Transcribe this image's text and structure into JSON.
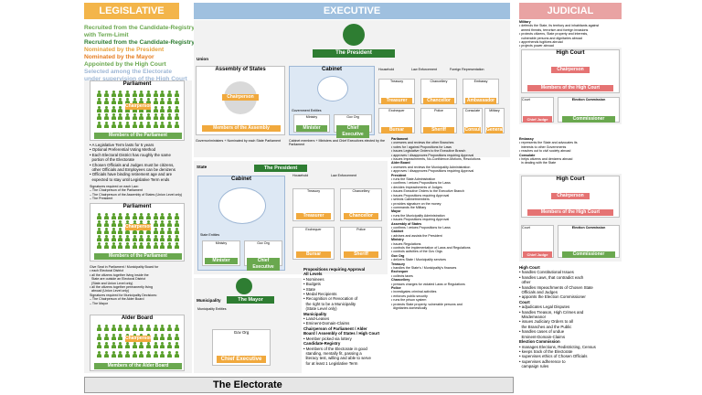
{
  "headers": {
    "legislative": "LEGISLATIVE",
    "executive": "EXECUTIVE",
    "judicial": "JUDICIAL"
  },
  "legend": [
    {
      "text": "Recruited from the Candidate-Registry",
      "color": "#6aa84f"
    },
    {
      "text": "with Term-Limit",
      "color": "#6aa84f"
    },
    {
      "text": "Recruited from the Candidate-Registry",
      "color": "#2e7d32"
    },
    {
      "text": "Nominated by the President",
      "color": "#e6a23c"
    },
    {
      "text": "Nominated by the Mayor",
      "color": "#e67e22"
    },
    {
      "text": "Appointed by the High Court",
      "color": "#6aa84f"
    },
    {
      "text": "Selected among the Electorate",
      "color": "#9fb8d6"
    },
    {
      "text": "under supervision of the High Court",
      "color": "#9fb8d6"
    }
  ],
  "legislative": {
    "parliament_title": "Parliament",
    "parliament_chair": "Chairperson",
    "parliament_members": "Members of the Parliament",
    "parliament_notes": [
      "• A Legislative Term lasts for 5 years",
      "• Optional Preferential Voting Method",
      "• Each Electoral District has roughly the same",
      "  portion of the Electorate",
      "• Chosen Officials and Judges must be citizens,",
      "  other Officials and Employees can be denizens",
      "• Officials have binding retirement age and are",
      "  expected to stay until Legislative Term ends"
    ],
    "signatures_1": [
      "Signatures required on each Law:",
      "– The Chairperson of the Parliament",
      "– The Chairperson of the Assembly of States (Union Level only)",
      "– The President"
    ],
    "state_parliament_title": "Parliament",
    "state_parliament_chair": "Chairperson",
    "state_parliament_members": "Members of the Parliament",
    "state_notes": [
      "Give Seat in Parliament / Municipality Board for",
      "• each Electoral District",
      "• all the citizens together living inside the",
      "  State are outside an Electoral District",
      "  (State and Union Level only)",
      "• all the citizens together permanently living",
      "  abroad (Union Level only)",
      "Signatures required for Municipality Decisions:",
      "– The Chairperson of the Alder Board",
      "– The Mayor"
    ],
    "alder_title": "Alder Board",
    "alder_chair": "Chairperson",
    "alder_members": "Members of the Alder Board"
  },
  "executive": {
    "union_label": "Union",
    "president": "The President",
    "assembly_title": "Assembly of States",
    "assembly_chair": "Chairperson",
    "assembly_members": "Members of the Assembly",
    "union_cabinet": "Cabinet",
    "gov_entities": "Government Entities",
    "ministry": "Ministry",
    "gov_org": "Gov Org",
    "minister": "Minister",
    "chief_exec": "Chief Executive",
    "household": "Household",
    "law_enforcement": "Law Enforcement",
    "foreign_rep": "Foreign Representation",
    "treasury": "Treasury",
    "chancellery": "Chancellery",
    "embassy": "Embassy",
    "treasurer": "Treasurer",
    "chancellor": "Chancellor",
    "ambassador": "Ambassador",
    "exchequer": "Exchequer",
    "police": "Police",
    "consulate": "Consulate",
    "military": "Military",
    "bursar": "Bursar",
    "sheriff": "Sheriff",
    "consul": "Consul",
    "general": "General",
    "note_assembly": "Governor/ministers + Nominated by each State Parliament",
    "note_cabinet": "Cabinet members + Ministers and Chief Executives elected by the Parliament",
    "state_label": "State",
    "state_president": "The President",
    "state_cabinet": "Cabinet",
    "state_entities": "State Entities",
    "municipality_label": "Municipality",
    "mayor": "The Mayor",
    "muni_entities": "Municipality Entities"
  },
  "middle_text": {
    "mid1": [
      {
        "t": "Parliament",
        "b": true
      },
      {
        "t": "• oversees and reviews the other Branches",
        "b": false
      },
      {
        "t": "• votes for / against Propositions for Laws",
        "b": false
      },
      {
        "t": "• issues Legislative Orders to the Executive Branch",
        "b": false
      },
      {
        "t": "• approves / disapproves Propositions requiring Approval",
        "b": false
      },
      {
        "t": "• issues Impeachments, No-Confidence-Motions, Resolutions",
        "b": false
      },
      {
        "t": "Alder Board",
        "b": true
      },
      {
        "t": "• oversees and reviews the Municipality Administration",
        "b": false
      },
      {
        "t": "• approves / disapproves Propositions requiring Approval",
        "b": false
      },
      {
        "t": "President",
        "b": true
      },
      {
        "t": "• runs the State Administration",
        "b": false
      },
      {
        "t": "• confirms / vetoes Propositions for Laws",
        "b": false
      },
      {
        "t": "• decides Impeachments of Judges",
        "b": false
      },
      {
        "t": "• issues Executive Orders to the Executive Branch",
        "b": false
      },
      {
        "t": "• issues Propositions requiring Approval",
        "b": false
      },
      {
        "t": "• selects Cabinetmembers",
        "b": false
      },
      {
        "t": "• provides signature on the money",
        "b": false
      },
      {
        "t": "• commands the Military",
        "b": false
      },
      {
        "t": "Mayor",
        "b": true
      },
      {
        "t": "• runs the Municipality Administration",
        "b": false
      },
      {
        "t": "• issues Propositions requiring Approval",
        "b": false
      },
      {
        "t": "Assembly of States",
        "b": true
      },
      {
        "t": "• confirms / vetoes Propositions for Laws",
        "b": false
      },
      {
        "t": "Cabinet",
        "b": true
      },
      {
        "t": "• advises and assists the President",
        "b": false
      },
      {
        "t": "Ministry",
        "b": true
      },
      {
        "t": "• issues Regulations",
        "b": false
      },
      {
        "t": "• controls the implementation of Laws and Regulations",
        "b": false
      },
      {
        "t": "• controls activities of the Gov Orgs",
        "b": false
      },
      {
        "t": "Gov Org",
        "b": true
      },
      {
        "t": "• delivers State / Municipality services",
        "b": false
      },
      {
        "t": "Treasury",
        "b": true
      },
      {
        "t": "• handles the State's / Municipality's finances",
        "b": false
      },
      {
        "t": "Exchequer",
        "b": true
      },
      {
        "t": "• collects taxes",
        "b": false
      },
      {
        "t": "Chancellery",
        "b": true
      },
      {
        "t": "• presses charges for violated Laws or Regulations",
        "b": false
      },
      {
        "t": "Police",
        "b": true
      },
      {
        "t": "• investigates criminal activities",
        "b": false
      },
      {
        "t": "• enforces public security",
        "b": false
      },
      {
        "t": "• runs the prison system",
        "b": false
      },
      {
        "t": "• protects State property, vulnerable persons and",
        "b": false
      },
      {
        "t": "  dignitaries domestically",
        "b": false
      }
    ],
    "mid2": [
      {
        "t": "Propositions requiring Approval",
        "b": true
      },
      {
        "t": "All Levels",
        "b": true
      },
      {
        "t": "• Nominees",
        "b": false
      },
      {
        "t": "• Budgets",
        "b": false
      },
      {
        "t": "• State",
        "b": false
      },
      {
        "t": "• Medal Recipients",
        "b": false
      },
      {
        "t": "• Recognition or Revocation of",
        "b": false
      },
      {
        "t": "  the right to be a Municipality",
        "b": false
      },
      {
        "t": "  (State Level only)",
        "b": false
      },
      {
        "t": "Municipality",
        "b": true
      },
      {
        "t": "• Land-Leases",
        "b": false
      },
      {
        "t": "• Eminent-Domain-Claims",
        "b": false
      },
      {
        "t": "Chairperson of Parliament / Alder",
        "b": true
      },
      {
        "t": "Board / Assembly of States / High Court",
        "b": true
      },
      {
        "t": "• Member picked via lottery",
        "b": false
      },
      {
        "t": "Candidate-Registry",
        "b": true
      },
      {
        "t": "• Members of the Electorate in good",
        "b": false
      },
      {
        "t": "  standing, mentally fit, passing a",
        "b": false
      },
      {
        "t": "  literacy test, willing and able to serve",
        "b": false
      },
      {
        "t": "  for at least 1 Legislative Term",
        "b": false
      }
    ]
  },
  "judicial": {
    "military_notes": [
      {
        "t": "Military",
        "b": true
      },
      {
        "t": "• defends the State, its territory and inhabitants against",
        "b": false
      },
      {
        "t": "  armed threats, terrorism and foreign invasions",
        "b": false
      },
      {
        "t": "• protects citizens, State property and interests,",
        "b": false
      },
      {
        "t": "  vulnerable persons and dignitaries abroad",
        "b": false
      },
      {
        "t": "• apprehends fugitives abroad",
        "b": false
      },
      {
        "t": "• projects power abroad",
        "b": false
      }
    ],
    "high_court_1": "High Court",
    "chair_1": "Chairperson",
    "members_1": "Members of the High Court",
    "court_1": "Court",
    "election_commission_1": "Election Commission",
    "chief_judge_1": "Chief Judge",
    "commissioner_1": "Commissioner",
    "embassy_notes": [
      {
        "t": "Embassy",
        "b": true
      },
      {
        "t": "• represents the State and advocates its",
        "b": false
      },
      {
        "t": "  interests to other Governments",
        "b": false
      },
      {
        "t": "• reaches out to civil society abroad",
        "b": false
      },
      {
        "t": "Consulate",
        "b": true
      },
      {
        "t": "• helps citizens and denizens abroad",
        "b": false
      },
      {
        "t": "  in dealing with the State",
        "b": false
      }
    ],
    "high_court_2": "High Court",
    "chair_2": "Chairperson",
    "members_2": "Members of the High Court",
    "court_2": "Court",
    "election_commission_2": "Election Commission",
    "chief_judge_2": "Chief Judge",
    "commissioner_2": "Commissioner",
    "court_notes": [
      {
        "t": "High Court",
        "b": true
      },
      {
        "t": "• handles Constitutional Issues",
        "b": false
      },
      {
        "t": "• handles Laws, that contradict each",
        "b": false
      },
      {
        "t": "  other",
        "b": false
      },
      {
        "t": "• handles Impeachments of Chosen State",
        "b": false
      },
      {
        "t": "  Officials and Judges",
        "b": false
      },
      {
        "t": "• appoints the Election Commissioner",
        "b": false
      },
      {
        "t": "Court",
        "b": true
      },
      {
        "t": "• adjudicates Legal Disputes",
        "b": false
      },
      {
        "t": "• handles Treason, High Crimes and",
        "b": false
      },
      {
        "t": "  Misdemeanor",
        "b": false
      },
      {
        "t": "• issues Judiciary Orders to all",
        "b": false
      },
      {
        "t": "  the Branches and the Public",
        "b": false
      },
      {
        "t": "• handles cases of undue",
        "b": false
      },
      {
        "t": "  Eminent-Domain-Claims",
        "b": false
      },
      {
        "t": "Election Commission",
        "b": true
      },
      {
        "t": "• manages Elections, Redistricting, Census",
        "b": false
      },
      {
        "t": "• keeps track of the Electorate",
        "b": false
      },
      {
        "t": "• supervises ethics of Chosen Officials",
        "b": false
      },
      {
        "t": "• supervises adherence to",
        "b": false
      },
      {
        "t": "  campaign rules",
        "b": false
      }
    ]
  },
  "footer": "The Electorate",
  "colors": {
    "legislative": "#f3b54a",
    "executive": "#9fc0df",
    "judicial": "#e9a3a3",
    "green": "#6aa84f",
    "orange": "#f1a93d",
    "pink": "#e57373"
  }
}
